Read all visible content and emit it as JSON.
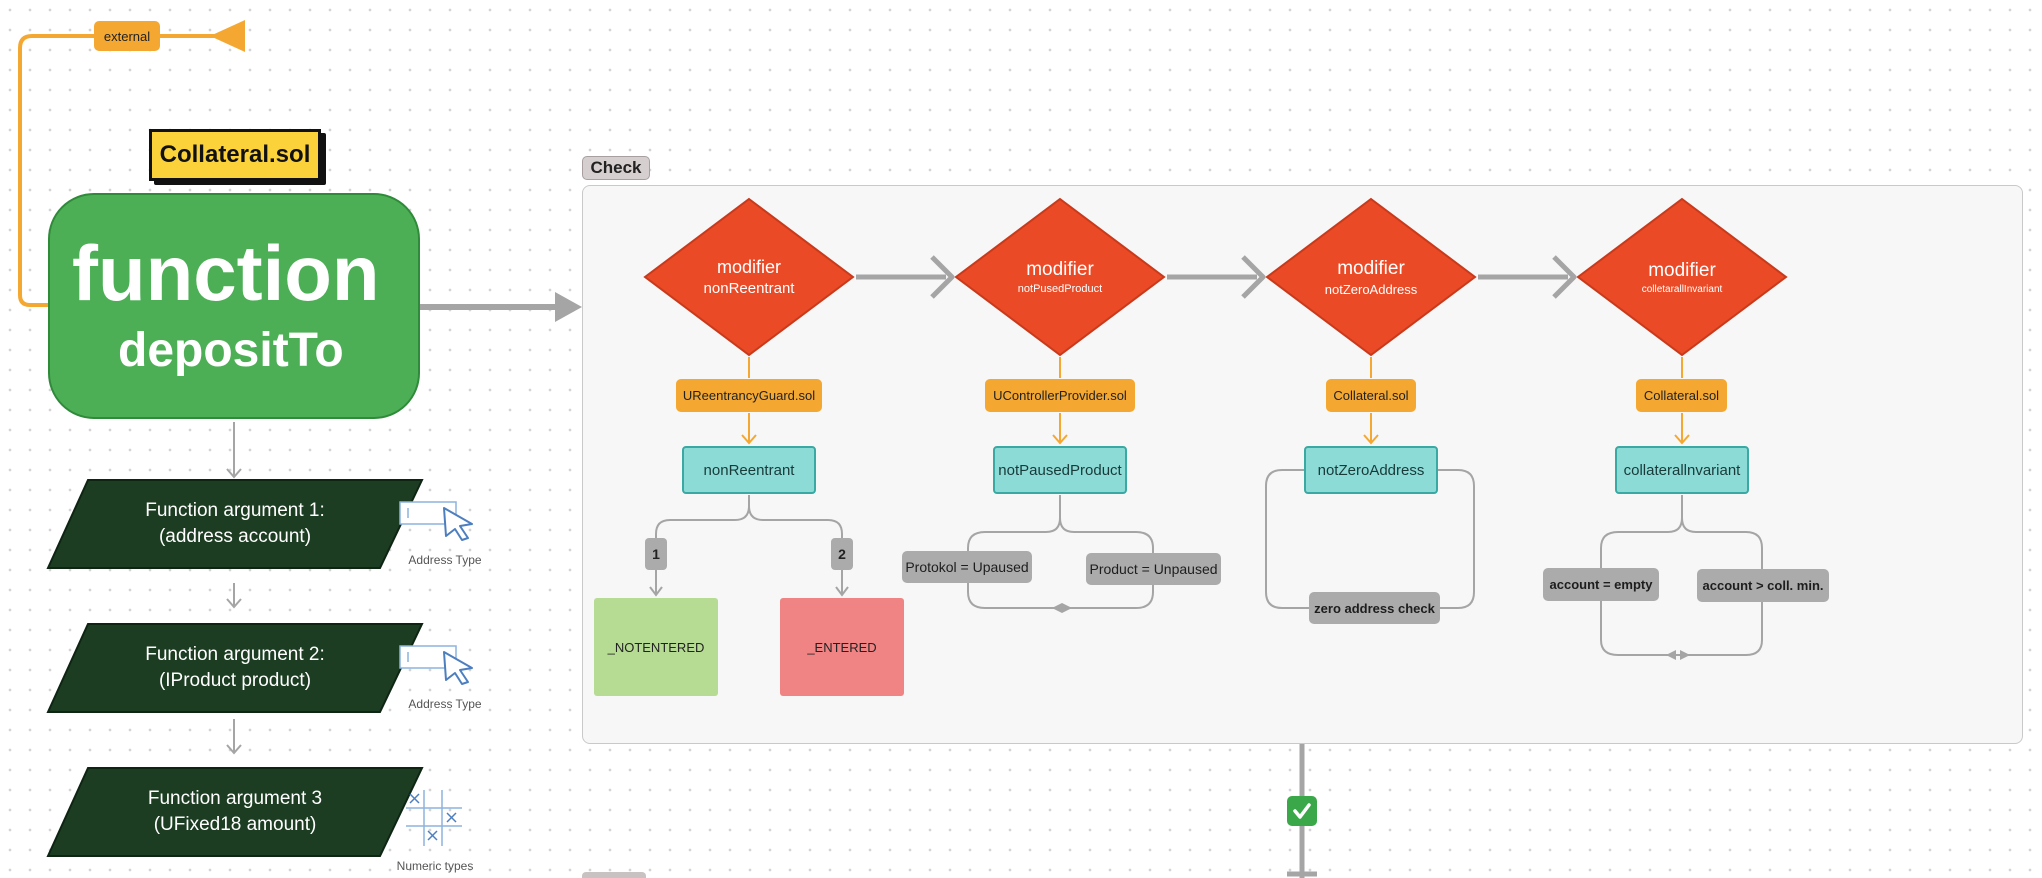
{
  "external_tag": "external",
  "file_badge": "Collateral.sol",
  "function_node": {
    "keyword": "function",
    "name": "depositTo"
  },
  "arguments": [
    {
      "line1": "Function argument 1:",
      "line2": "(address account)",
      "caption": "Address Type",
      "icon": "cursor-select-icon"
    },
    {
      "line1": "Function argument 2:",
      "line2": "(IProduct product)",
      "caption": "Address Type",
      "icon": "cursor-select-icon"
    },
    {
      "line1": "Function argument 3",
      "line2": "(UFixed18 amount)",
      "caption": "Numeric types",
      "icon": "tic-tac-toe-grid-icon"
    }
  ],
  "check_group": {
    "label": "Check"
  },
  "modifiers": [
    {
      "title": "modifier",
      "name": "nonReentrant",
      "source": "UReentrancyGuard.sol",
      "impl": "nonReentrant"
    },
    {
      "title": "modifier",
      "name": "notPusedProduct",
      "source": "UControllerProvider.sol",
      "impl": "notPausedProduct"
    },
    {
      "title": "modifier",
      "name": "notZeroAddress",
      "source": "Collateral.sol",
      "impl": "notZeroAddress"
    },
    {
      "title": "modifier",
      "name": "colletarallInvariant",
      "source": "Collateral.sol",
      "impl": "collaterallnvariant"
    }
  ],
  "reentrant_branches": [
    {
      "number": "1",
      "state": "_NOTENTERED"
    },
    {
      "number": "2",
      "state": "_ENTERED"
    }
  ],
  "paused_conditions": [
    "Protokol = Upaused",
    "Product = Unpaused"
  ],
  "zero_address_check": "zero address check",
  "invariant_conditions": [
    "account = empty",
    "account > coll. min."
  ],
  "success_icon": "check-mark-icon",
  "colors": {
    "function_green": "#4caf55",
    "argument_dark_green": "#1c3d22",
    "modifier_red": "#ea4a26",
    "tag_orange": "#f4a832",
    "impl_cyan": "#8ddbd6",
    "not_entered_green": "#b6dc94",
    "entered_red": "#f08384",
    "badge_yellow": "#fcd23a"
  }
}
